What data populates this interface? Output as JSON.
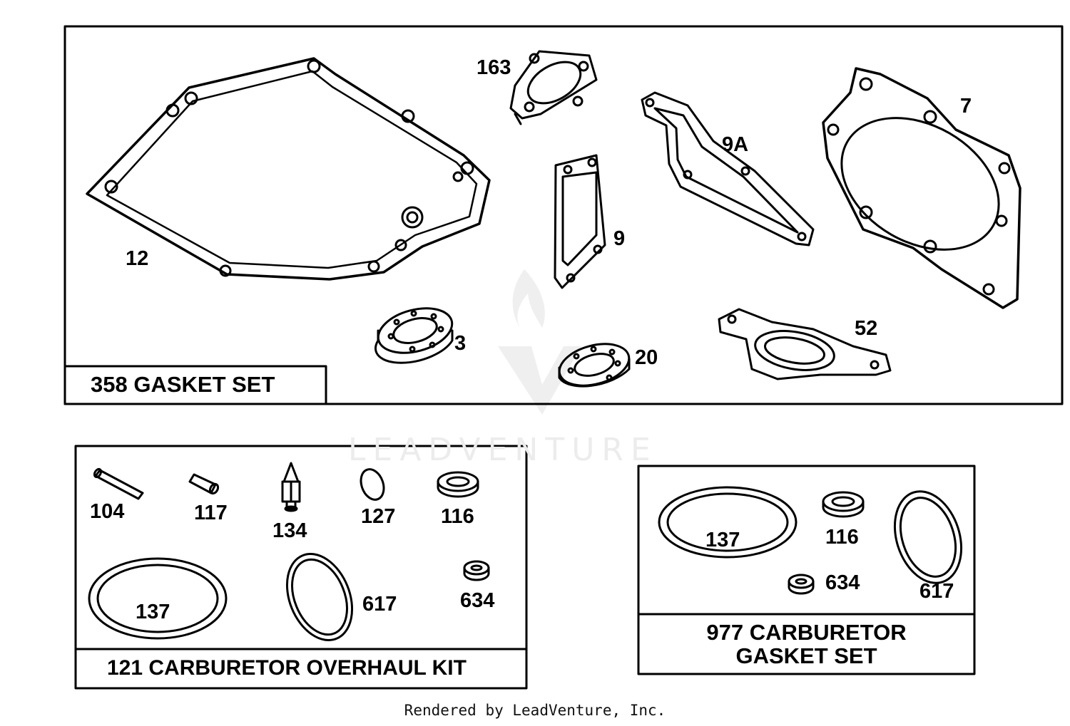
{
  "panels": {
    "gasket_set": {
      "title": "358 GASKET SET",
      "callouts": {
        "p12": "12",
        "p163": "163",
        "p9": "9",
        "p9a": "9A",
        "p7": "7",
        "p3": "3",
        "p20": "20",
        "p52": "52"
      }
    },
    "overhaul_kit": {
      "title": "121 CARBURETOR OVERHAUL KIT",
      "callouts": {
        "p104": "104",
        "p117": "117",
        "p134": "134",
        "p127": "127",
        "p116": "116",
        "p137": "137",
        "p617": "617",
        "p634": "634"
      }
    },
    "carb_gasket_set": {
      "title_line1": "977 CARBURETOR",
      "title_line2": "GASKET SET",
      "callouts": {
        "p137": "137",
        "p116": "116",
        "p634": "634",
        "p617": "617"
      }
    }
  },
  "watermark": "LEADVENTURE",
  "footer": "Rendered by LeadVenture, Inc.",
  "colors": {
    "line": "#000000",
    "watermark": "#ececec"
  },
  "icons": {
    "watermark_logo": "flame-v-logo-icon"
  }
}
